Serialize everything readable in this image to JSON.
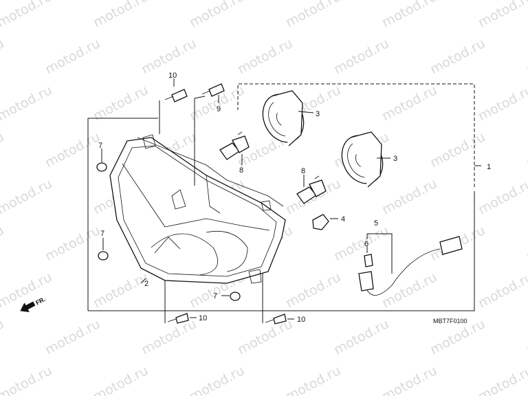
{
  "watermark": {
    "text": "motod.ru"
  },
  "diagram_code": "MBT7F0100",
  "direction_label": "FR.",
  "callouts": {
    "c1": "1",
    "c2": "2",
    "c3a": "3",
    "c3b": "3",
    "c4": "4",
    "c5": "5",
    "c6": "6",
    "c7a": "7",
    "c7b": "7",
    "c7c": "7",
    "c8a": "8",
    "c8b": "8",
    "c9": "9",
    "c10a": "10",
    "c10b": "10",
    "c10c": "10"
  }
}
